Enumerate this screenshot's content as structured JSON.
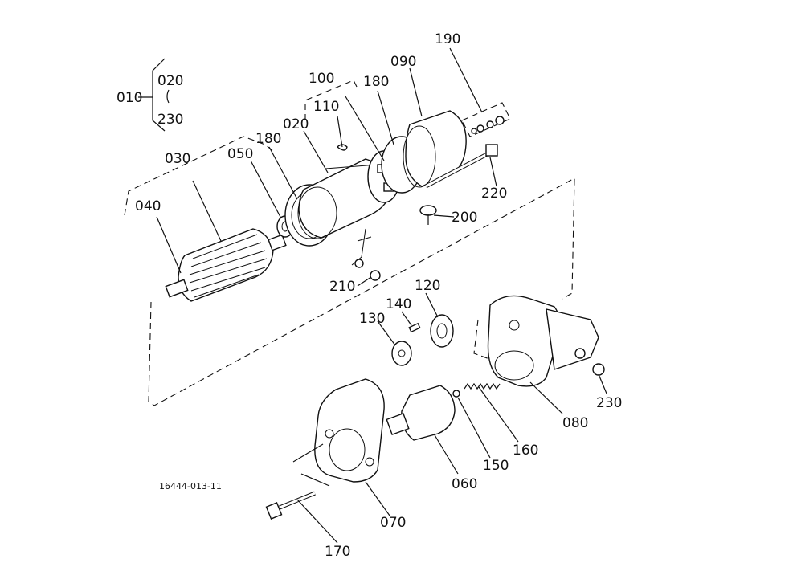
{
  "labels": {
    "p010": "010",
    "p020a": "020",
    "p230a": "230",
    "p030": "030",
    "p040": "040",
    "p050": "050",
    "p180a": "180",
    "p020b": "020",
    "p100": "100",
    "p110": "110",
    "p180b": "180",
    "p090": "090",
    "p190": "190",
    "p220": "220",
    "p200": "200",
    "p210": "210",
    "p120": "120",
    "p140": "140",
    "p130": "130",
    "p230b": "230",
    "p080": "080",
    "p160": "160",
    "p150": "150",
    "p060": "060",
    "p070": "070",
    "p170": "170"
  },
  "drawing_code": "16444-013-11"
}
